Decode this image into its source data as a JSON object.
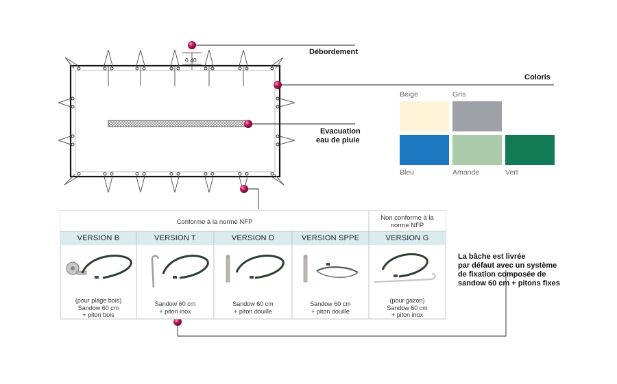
{
  "labels": {
    "debordement": "Débordement",
    "dim_value": "0.40",
    "coloris": "Coloris",
    "evacuation_line1": "Evacuation",
    "evacuation_line2": "eau de pluie"
  },
  "colors": {
    "title": "Coloris",
    "swatches": [
      {
        "name": "Beige",
        "hex": "#fdf4d8"
      },
      {
        "name": "Gris",
        "hex": "#9ea2a6"
      },
      {
        "name": "Bleu",
        "hex": "#1b78c0"
      },
      {
        "name": "Amande",
        "hex": "#a9cba9"
      },
      {
        "name": "Vert",
        "hex": "#127a55"
      }
    ]
  },
  "table": {
    "header_conforme": "Conforme à la norme NFP",
    "header_non_conforme_line1": "Non conforme à la",
    "header_non_conforme_line2": "norme NFP",
    "versions": [
      {
        "label": "VERSION B",
        "desc": [
          "(pour plage bois)",
          "Sandow 60 cm",
          "+ piton bois"
        ]
      },
      {
        "label": "VERSION T",
        "desc": [
          "Sandow 60 cm",
          "+ piton inox"
        ]
      },
      {
        "label": "VERSION D",
        "desc": [
          "Sandow 60 cm",
          "+ piton douille"
        ]
      },
      {
        "label": "VERSION SPPE",
        "desc": [
          "Sandow 60 cm",
          "+ piton douille"
        ]
      },
      {
        "label": "VERSION G",
        "desc": [
          "(pour gazon)",
          "Sandow 60 cm",
          "+ piton inox"
        ]
      }
    ]
  },
  "note": {
    "lines": [
      "La bâche est livrée",
      "par défaut avec un système",
      "de fixation composée de",
      "sandow 60 cm + pitons fixes"
    ]
  },
  "accent": {
    "marker": "#c2185b"
  }
}
